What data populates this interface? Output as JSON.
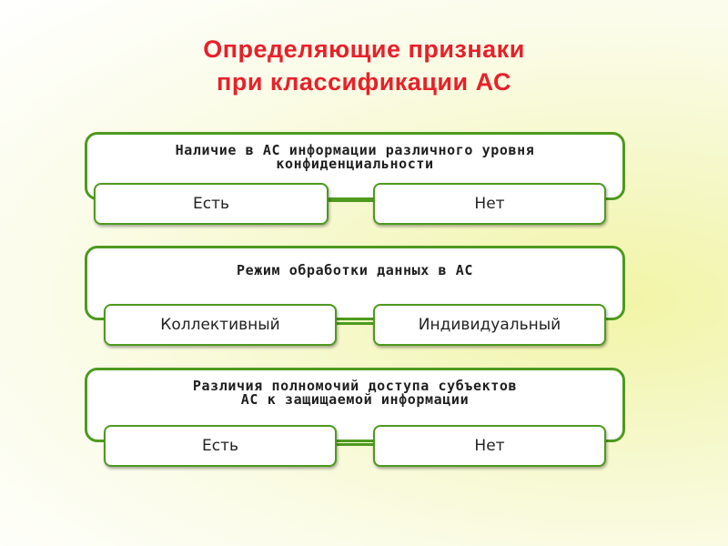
{
  "title": {
    "line1": "Определяющие признаки",
    "line2": "при классификации АС"
  },
  "groups": [
    {
      "label_lines": [
        "Наличие в АС информации различного уровня",
        "конфиденциальности"
      ],
      "options": [
        "Есть",
        "Нет"
      ]
    },
    {
      "label_lines": [
        "Режим обработки данных в АС"
      ],
      "options": [
        "Коллективный",
        "Индивидуальный"
      ]
    },
    {
      "label_lines": [
        "Различия полномочий доступа субъектов",
        "АС к защищаемой информации"
      ],
      "options": [
        "Есть",
        "Нет"
      ]
    }
  ],
  "colors": {
    "title": "#e8202a",
    "border": "#4e9a1f"
  }
}
